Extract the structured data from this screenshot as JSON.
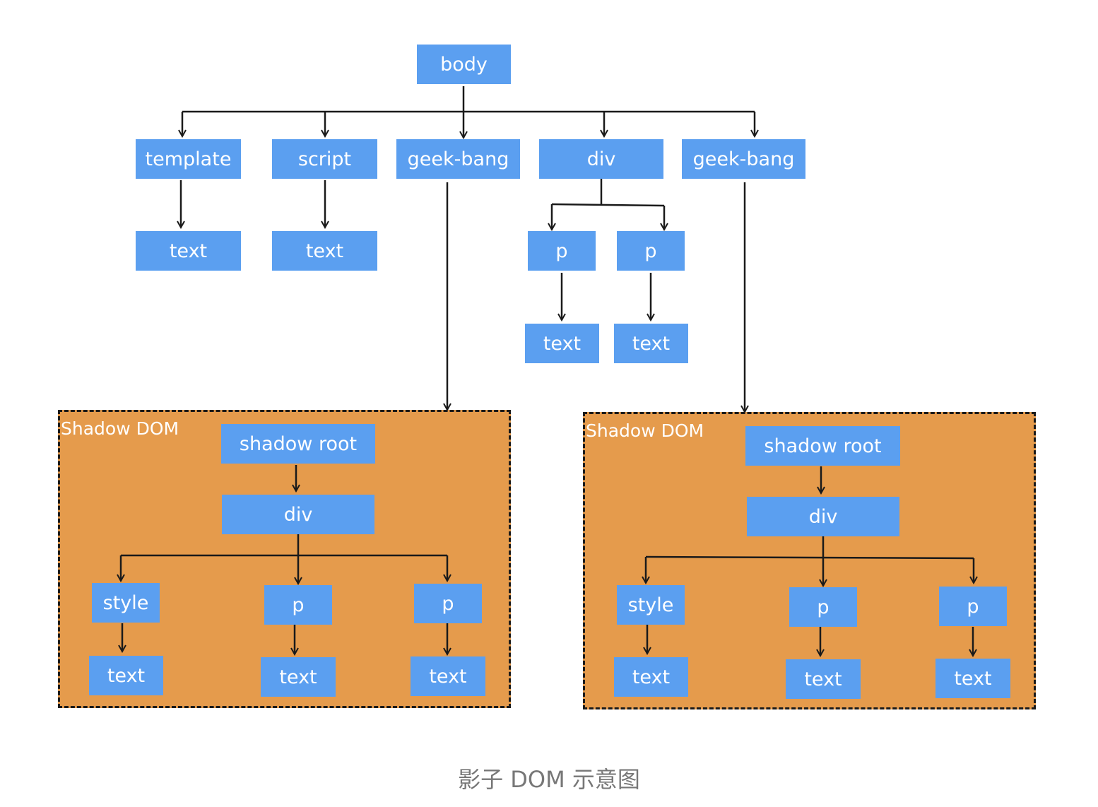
{
  "caption": "影子 DOM 示意图",
  "colors": {
    "node": "#5b9ff0",
    "shadow_region": "#e59b4c",
    "edge": "#1a1a1a",
    "label": "#ffffff"
  },
  "shadow_regions": [
    {
      "label": "Shadow DOM"
    },
    {
      "label": "Shadow DOM"
    }
  ],
  "nodes": {
    "body": "body",
    "template": "template",
    "template_text": "text",
    "script": "script",
    "script_text": "text",
    "geek_bang_1": "geek-bang",
    "div": "div",
    "div_p1": "p",
    "div_p2": "p",
    "div_p1_text": "text",
    "div_p2_text": "text",
    "geek_bang_2": "geek-bang",
    "s1_root": "shadow root",
    "s1_div": "div",
    "s1_style": "style",
    "s1_p1": "p",
    "s1_p2": "p",
    "s1_style_text": "text",
    "s1_p1_text": "text",
    "s1_p2_text": "text",
    "s2_root": "shadow root",
    "s2_div": "div",
    "s2_style": "style",
    "s2_p1": "p",
    "s2_p2": "p",
    "s2_style_text": "text",
    "s2_p1_text": "text",
    "s2_p2_text": "text"
  }
}
